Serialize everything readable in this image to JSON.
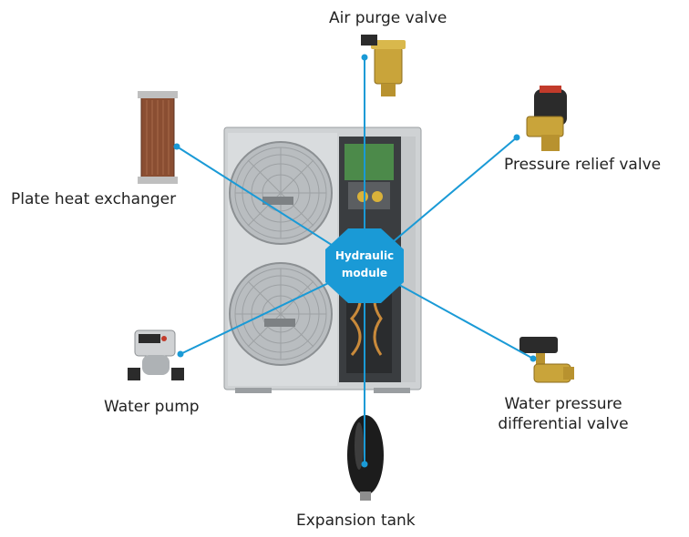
{
  "hub": {
    "line1": "Hydraulic",
    "line2": "module"
  },
  "components": [
    {
      "id": "air-purge-valve",
      "label": "Air purge valve"
    },
    {
      "id": "pressure-relief-valve",
      "label": "Pressure relief valve"
    },
    {
      "id": "plate-heat-exchanger",
      "label": "Plate heat exchanger"
    },
    {
      "id": "water-pump",
      "label": "Water pump"
    },
    {
      "id": "water-pressure-differential-valve",
      "line1": "Water pressure",
      "line2": "differential valve"
    },
    {
      "id": "expansion-tank",
      "label": "Expansion tank"
    }
  ],
  "colors": {
    "connector": "#1a9ad6",
    "hub": "#1a9ad6",
    "hub_text": "#ffffff",
    "label_text": "#222222"
  }
}
